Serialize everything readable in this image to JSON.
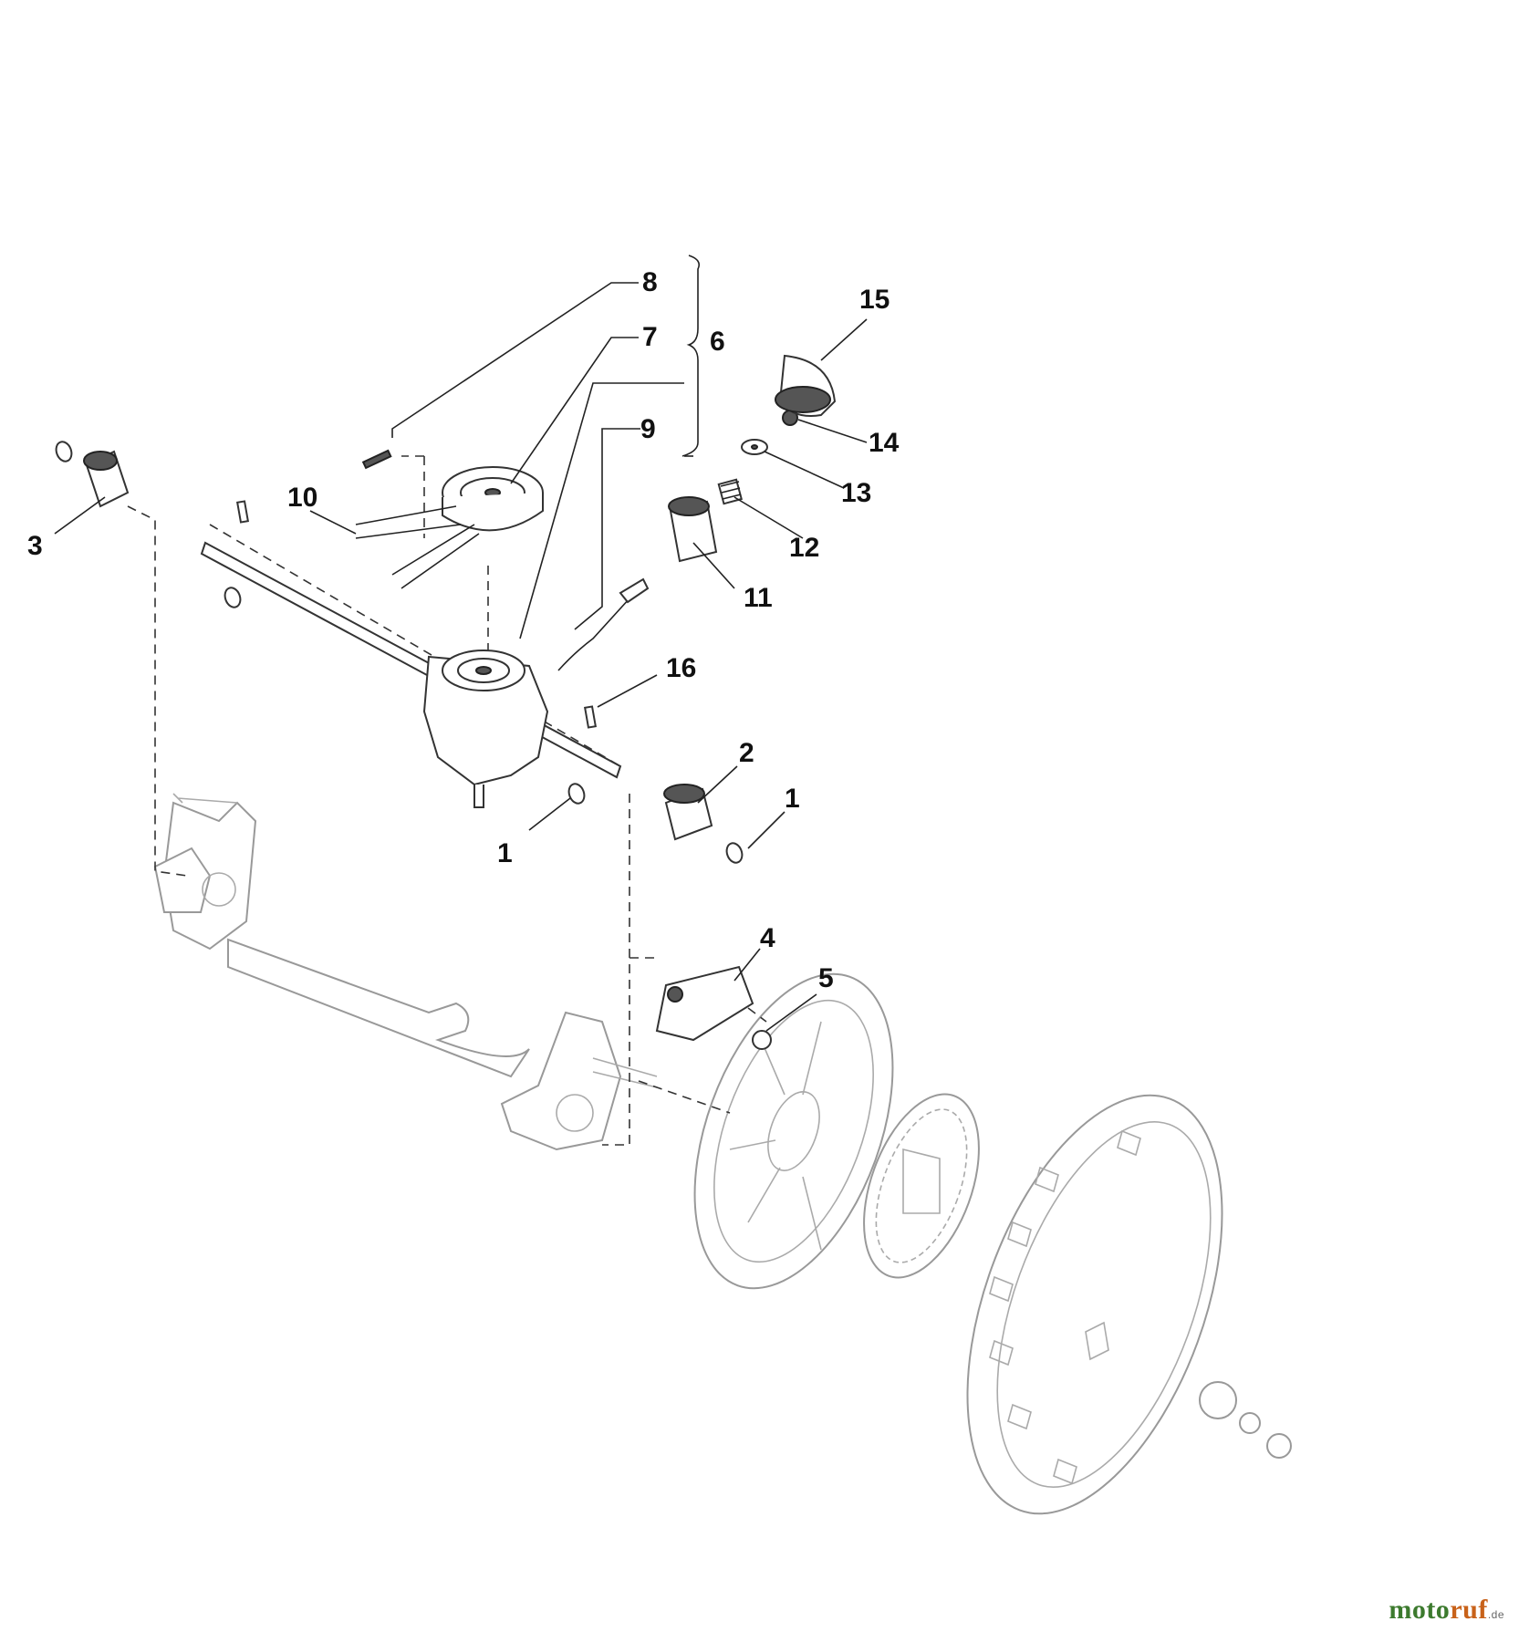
{
  "callouts": [
    {
      "id": "c8",
      "label": "8"
    },
    {
      "id": "c7",
      "label": "7"
    },
    {
      "id": "c6",
      "label": "6"
    },
    {
      "id": "c9",
      "label": "9"
    },
    {
      "id": "c15",
      "label": "15"
    },
    {
      "id": "c14",
      "label": "14"
    },
    {
      "id": "c13",
      "label": "13"
    },
    {
      "id": "c12",
      "label": "12"
    },
    {
      "id": "c11",
      "label": "11"
    },
    {
      "id": "c10",
      "label": "10"
    },
    {
      "id": "c3",
      "label": "3"
    },
    {
      "id": "c16",
      "label": "16"
    },
    {
      "id": "c2",
      "label": "2"
    },
    {
      "id": "c1a",
      "label": "1"
    },
    {
      "id": "c1b",
      "label": "1"
    },
    {
      "id": "c4",
      "label": "4"
    },
    {
      "id": "c5",
      "label": "5"
    }
  ],
  "brand": {
    "part1": "moto",
    "part2": "ruf",
    "suffix": ".de"
  }
}
